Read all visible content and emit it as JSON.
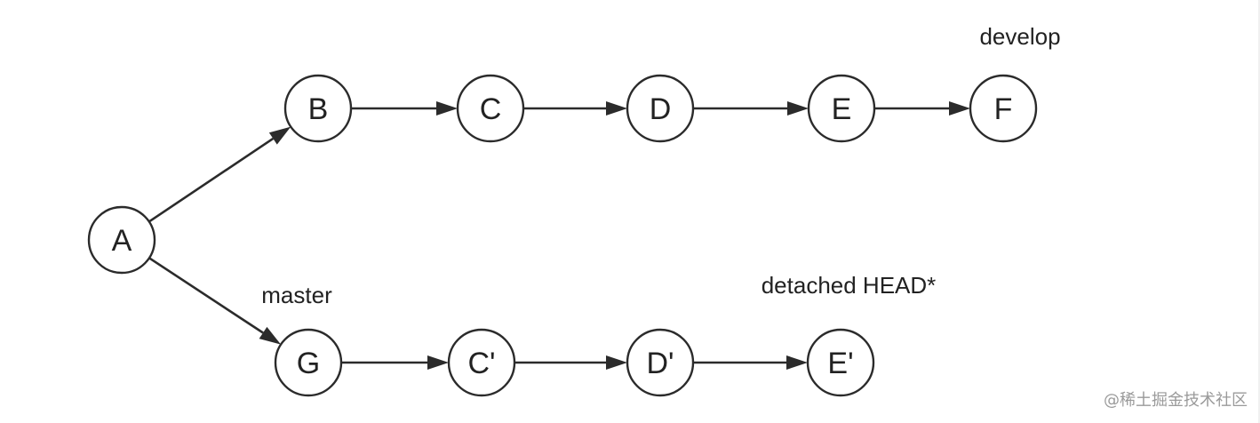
{
  "nodes": {
    "A": "A",
    "B": "B",
    "C": "C",
    "D": "D",
    "E": "E",
    "F": "F",
    "G": "G",
    "C2": "C'",
    "D2": "D'",
    "E2": "E'"
  },
  "edges": [
    [
      "A",
      "B"
    ],
    [
      "B",
      "C"
    ],
    [
      "C",
      "D"
    ],
    [
      "D",
      "E"
    ],
    [
      "E",
      "F"
    ],
    [
      "A",
      "G"
    ],
    [
      "G",
      "C2"
    ],
    [
      "C2",
      "D2"
    ],
    [
      "D2",
      "E2"
    ]
  ],
  "labels": {
    "develop": "develop",
    "master": "master",
    "detached_head": "detached HEAD*"
  },
  "watermark": "@稀土掘金技术社区",
  "colors": {
    "stroke": "#2b2b2b",
    "background": "#ffffff",
    "watermark": "#9a9a9a"
  }
}
